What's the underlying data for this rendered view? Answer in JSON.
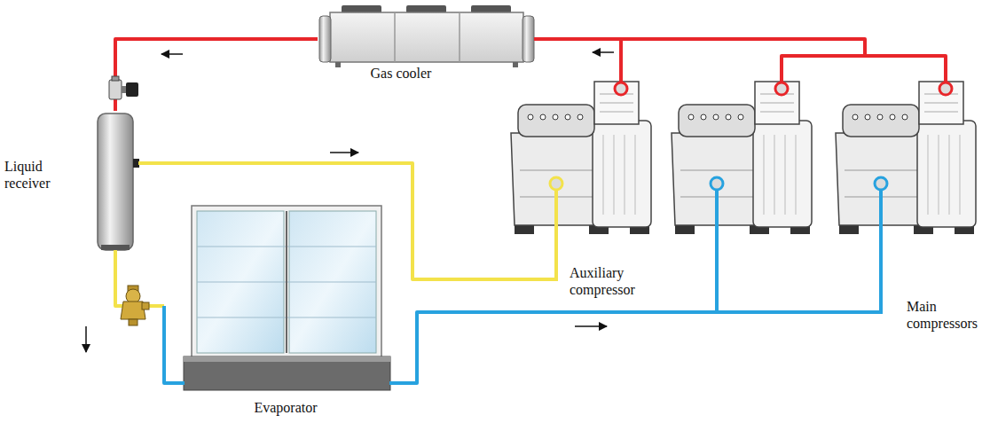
{
  "diagram": {
    "nodes": [
      {
        "text": [
          "Gas cooler"
        ]
      },
      {
        "text": [
          "Liquid receiver"
        ]
      },
      {
        "text": [
          "Auxiliary compressor"
        ]
      },
      {
        "text": [
          "Main compressors"
        ]
      },
      {
        "text": [
          "Evaporator"
        ]
      }
    ],
    "edges": [
      {
        "from": 2,
        "to": 0,
        "arrow": "none"
      },
      {
        "from": 3,
        "to": 0,
        "arrow": "none"
      },
      {
        "from": 0,
        "to": 1,
        "arrow": "none"
      },
      {
        "from": 1,
        "to": 2,
        "arrow": "none"
      },
      {
        "from": 1,
        "to": 4,
        "arrow": "none"
      },
      {
        "from": 4,
        "to": 3,
        "arrow": "none"
      }
    ]
  }
}
